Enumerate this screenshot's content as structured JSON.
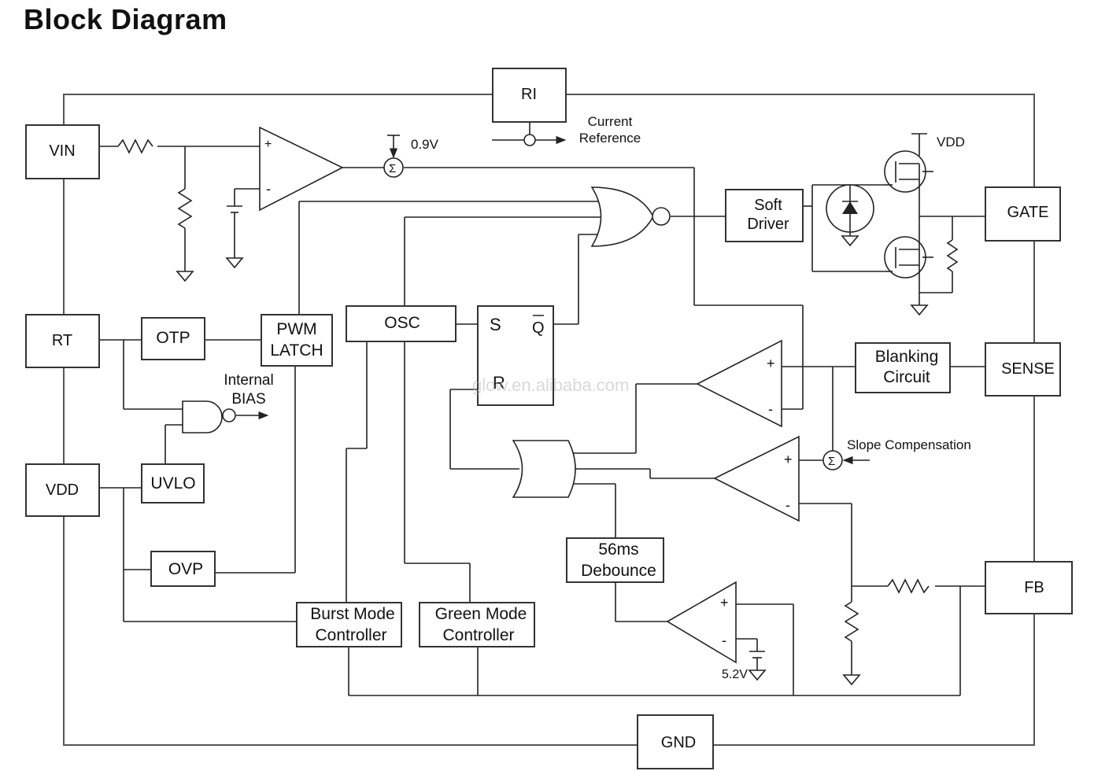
{
  "title": "Block Diagram",
  "blocks": {
    "ri": "RI",
    "vin": "VIN",
    "rt": "RT",
    "vdd": "VDD",
    "otp": "OTP",
    "uvlo": "UVLO",
    "ovp": "OVP",
    "pwm_latch": [
      "PWM",
      "LATCH"
    ],
    "osc": "OSC",
    "sr_s": "S",
    "sr_q": "Q",
    "sr_r": "R",
    "soft_driver": [
      "Soft",
      "Driver"
    ],
    "gate": "GATE",
    "blanking": [
      "Blanking",
      "Circuit"
    ],
    "sense": "SENSE",
    "debounce": [
      "56ms",
      "Debounce"
    ],
    "fb": "FB",
    "burst": [
      "Burst  Mode",
      "Controller"
    ],
    "green": [
      "Green  Mode",
      "Controller"
    ],
    "gnd": "GND"
  },
  "labels": {
    "current_reference": [
      "Current",
      "Reference"
    ],
    "v09": "0.9V",
    "vdd_top": "VDD",
    "internal_bias": [
      "Internal",
      "BIAS"
    ],
    "slope_comp": "Slope  Compensation",
    "v52": "5.2V",
    "sigma": "Σ",
    "plus": "+",
    "minus": "-",
    "watermark": "glow.en.alibaba.com"
  }
}
